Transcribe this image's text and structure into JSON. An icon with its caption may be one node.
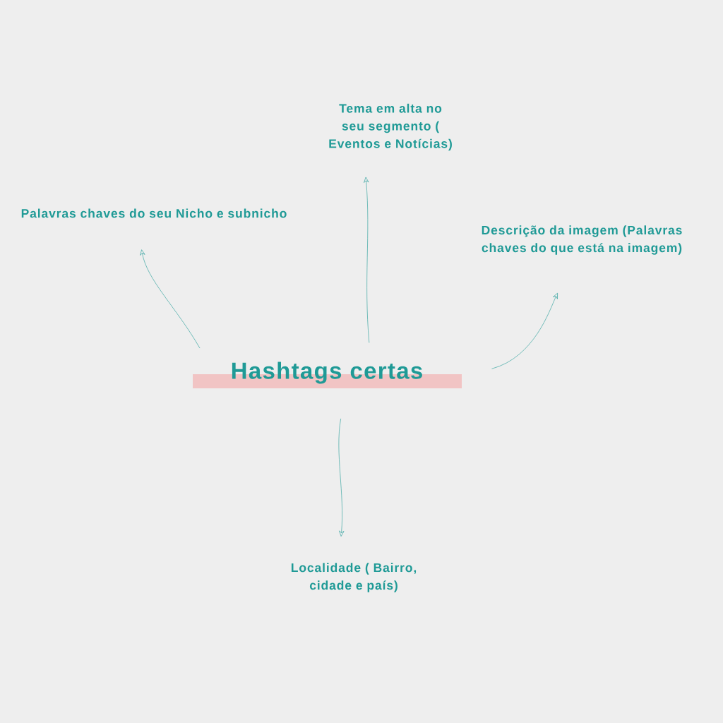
{
  "diagram": {
    "nodes": [
      {
        "text": [
          "Hashtags certas"
        ]
      },
      {
        "text": [
          "Palavras chaves do seu Nicho e subnicho"
        ]
      },
      {
        "text": [
          "Tema em alta no seu segmento ( Eventos e Notícias)"
        ]
      },
      {
        "text": [
          "Descrição da imagem (Palavras chaves do que está na imagem)"
        ]
      },
      {
        "text": [
          "Localidade ( Bairro, cidade e país)"
        ]
      }
    ],
    "edges": [
      {
        "from": 0,
        "to": 1,
        "arrow": "to"
      },
      {
        "from": 0,
        "to": 2,
        "arrow": "to"
      },
      {
        "from": 0,
        "to": 3,
        "arrow": "to"
      },
      {
        "from": 0,
        "to": 4,
        "arrow": "to"
      }
    ]
  }
}
